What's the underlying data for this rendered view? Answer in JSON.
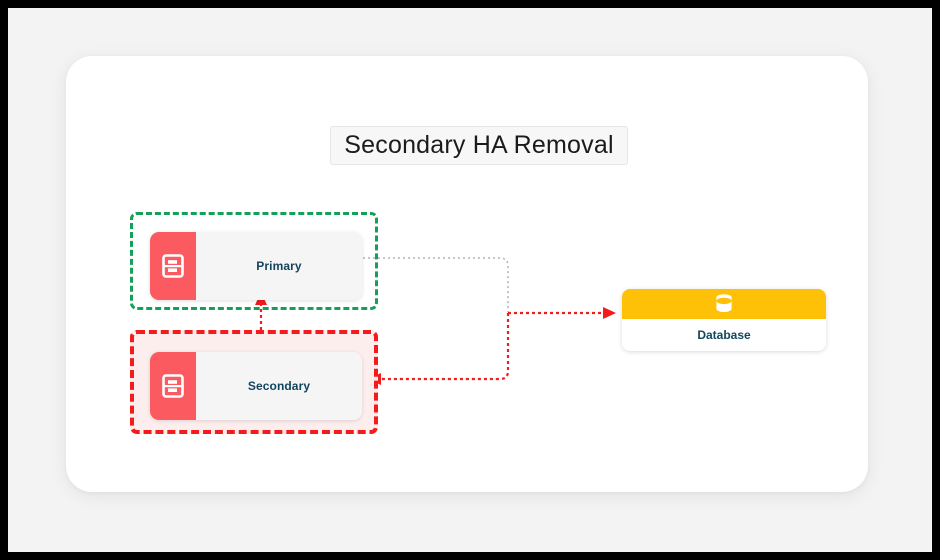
{
  "canvas": {
    "title": "Secondary HA Removal",
    "frame_color": "#000000",
    "background_color": "#f3f3f3",
    "card_color": "#ffffff"
  },
  "nodes": {
    "primary": {
      "label": "Primary",
      "icon": "server-icon",
      "icon_color": "#fa5a60",
      "body_color": "#f5f5f5",
      "label_color": "#11455e"
    },
    "secondary": {
      "label": "Secondary",
      "icon": "server-icon",
      "icon_color": "#fa5a60",
      "body_color": "#f5f5f5",
      "label_color": "#11455e"
    },
    "database": {
      "label": "Database",
      "icon": "database-cylinder-icon",
      "header_color": "#ffc107",
      "body_color": "#ffffff",
      "label_color": "#11455e"
    }
  },
  "groups": {
    "primary_group": {
      "name": "primary-ha-group",
      "border_color": "#15a05a",
      "border_style": "dashed",
      "fill": "transparent"
    },
    "secondary_group": {
      "name": "secondary-ha-group",
      "border_color": "#f31b1b",
      "border_style": "dashed",
      "fill": "#fdeeee"
    }
  },
  "connectors": {
    "client_to_primary": {
      "name": "client-to-primary-link",
      "color": "#b4b4b4",
      "style": "dotted",
      "arrow": "left"
    },
    "primary_secondary_replication": {
      "name": "primary-secondary-replication-link",
      "color": "#f31b1b",
      "style": "dotted",
      "arrow": "both"
    },
    "to_database": {
      "name": "to-database-link",
      "color": "#f31b1b",
      "style": "dotted",
      "arrow": "right"
    },
    "to_secondary": {
      "name": "to-secondary-link",
      "color": "#f31b1b",
      "style": "dotted",
      "arrow": "left"
    }
  }
}
